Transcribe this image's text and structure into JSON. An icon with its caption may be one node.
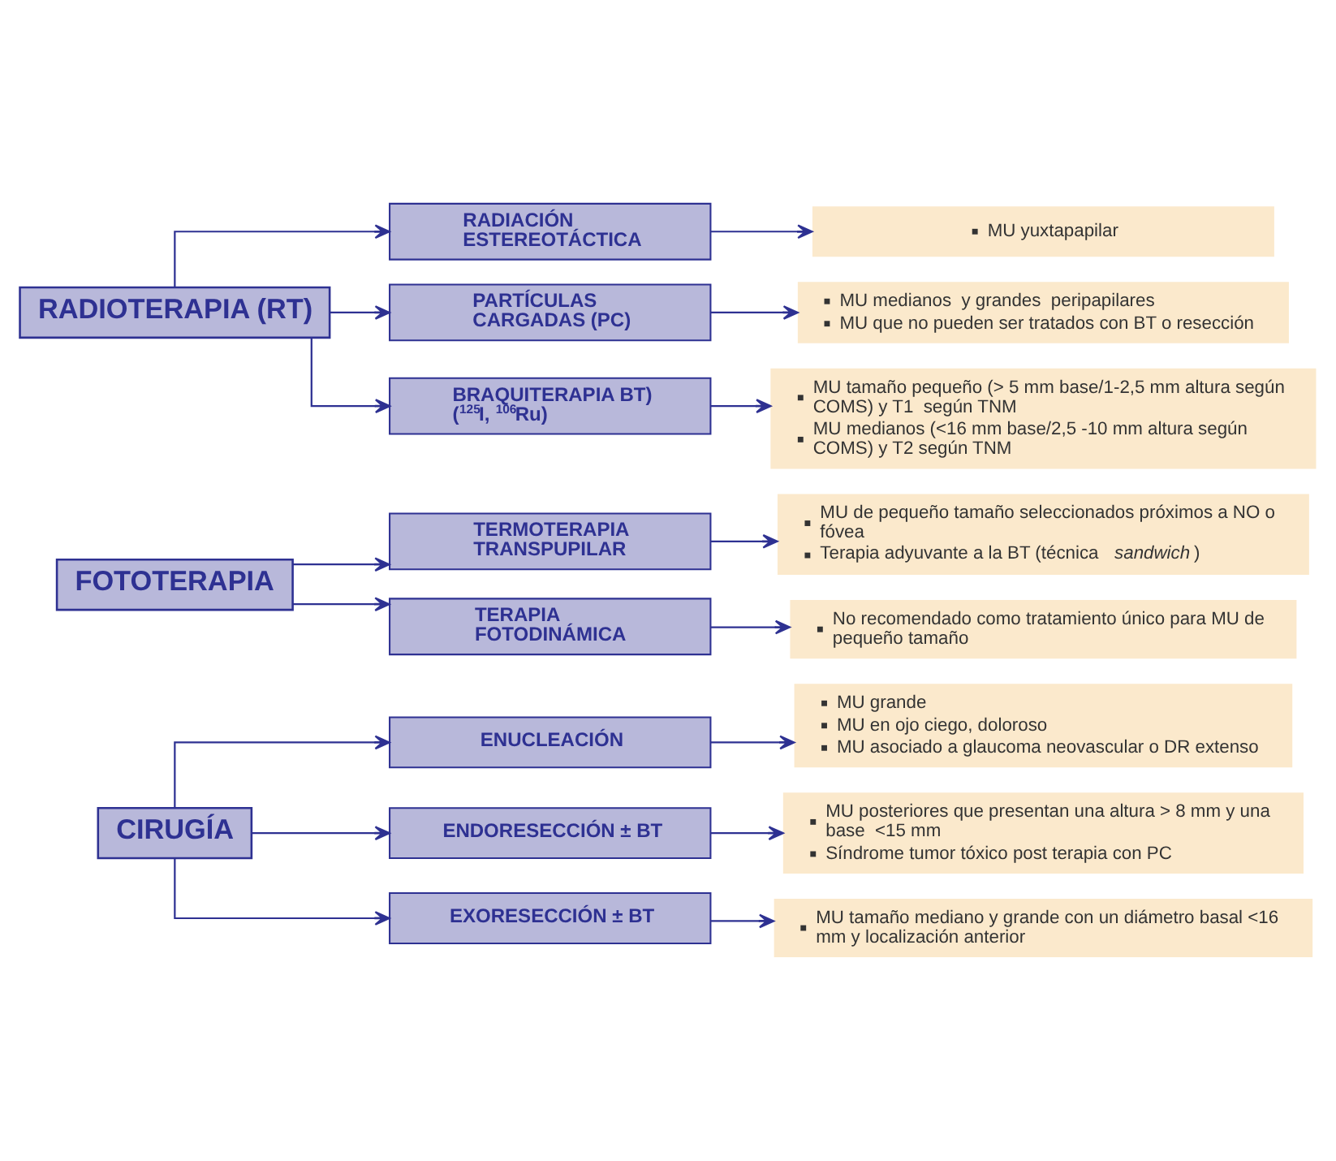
{
  "diagram": {
    "nodes": [
      {
        "text": [
          "RADIOTERAPIA (RT)"
        ]
      },
      {
        "text": [
          "BRAQUITERAPIA BT) ($^{125}$I, $^{106}$Ru)"
        ]
      },
      {
        "text": [
          "MU tamaño pequeño (> 5 mm base/1-2,5 mm altura según COMS) y T1  según TNM",
          "MU medianos (<16 mm base/2,5 -10 mm altura según COMS) y T2 según TNM"
        ]
      },
      {
        "text": [
          "PARTÍCULAS CARGADAS (PC)"
        ]
      },
      {
        "text": [
          "MU medianos  y grandes  peripapilares",
          "MU que no pueden ser tratados con BT o resección"
        ]
      },
      {
        "text": [
          "RADIACIÓN ESTEREOTÁCTICA"
        ]
      },
      {
        "text": [
          "MU yuxtapapilar"
        ]
      },
      {
        "text": [
          "FOTOTERAPIA"
        ]
      },
      {
        "text": [
          "TERAPIA FOTODINÁMICA"
        ]
      },
      {
        "text": [
          "No recomendado como tratamiento único para MU de pequeño tamaño"
        ]
      },
      {
        "text": [
          "TERMOTERAPIA TRANSPUPILAR"
        ]
      },
      {
        "text": [
          "MU de pequeño tamaño seleccionados próximos a NO o fóvea",
          "Terapia adyuvante a la BT (técnica *sandwich*)"
        ]
      },
      {
        "text": [
          "CIRUGÍA"
        ]
      },
      {
        "text": [
          "EXORESECCIÓN ± BT"
        ]
      },
      {
        "text": [
          "MU tamaño mediano y grande con un diámetro basal <16 mm y localización anterior"
        ]
      },
      {
        "text": [
          "ENDORESECCIÓN ± BT"
        ]
      },
      {
        "text": [
          "MU posteriores que presentan una altura > 8 mm y una base  <15 mm",
          "Síndrome tumor tóxico post terapia con PC"
        ]
      },
      {
        "text": [
          "ENUCLEACIÓN"
        ]
      },
      {
        "text": [
          "MU grande",
          "MU en ojo ciego, doloroso",
          "MU asociado a glaucoma neovascular o DR extenso"
        ]
      }
    ],
    "edges": [
      {
        "from": 0,
        "to": 1,
        "arrow": "to"
      },
      {
        "from": 0,
        "to": 3,
        "arrow": "to"
      },
      {
        "from": 0,
        "to": 5,
        "arrow": "to"
      },
      {
        "from": 1,
        "to": 2,
        "arrow": "to"
      },
      {
        "from": 3,
        "to": 4,
        "arrow": "to"
      },
      {
        "from": 5,
        "to": 6,
        "arrow": "to"
      },
      {
        "from": 7,
        "to": 8,
        "arrow": "to"
      },
      {
        "from": 7,
        "to": 10,
        "arrow": "to"
      },
      {
        "from": 8,
        "to": 9,
        "arrow": "to"
      },
      {
        "from": 10,
        "to": 11,
        "arrow": "to"
      },
      {
        "from": 12,
        "to": 13,
        "arrow": "to"
      },
      {
        "from": 12,
        "to": 15,
        "arrow": "to"
      },
      {
        "from": 12,
        "to": 17,
        "arrow": "to"
      },
      {
        "from": 13,
        "to": 14,
        "arrow": "to"
      },
      {
        "from": 15,
        "to": 16,
        "arrow": "to"
      },
      {
        "from": 17,
        "to": 18,
        "arrow": "to"
      }
    ]
  }
}
